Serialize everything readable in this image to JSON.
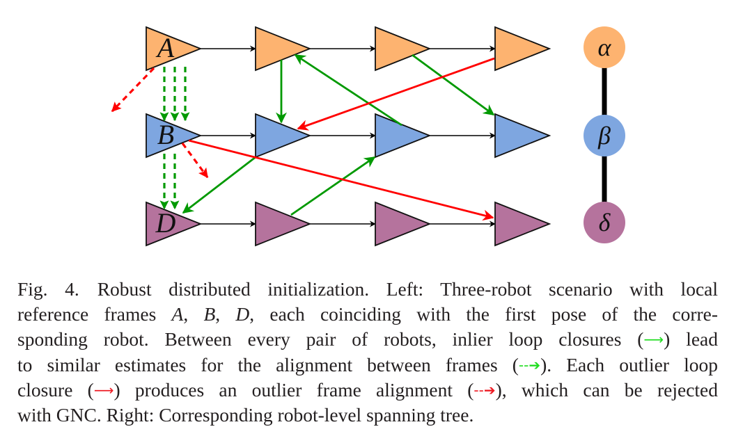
{
  "figure": {
    "frame_labels": {
      "A": "A",
      "B": "B",
      "D": "D"
    },
    "robots": [
      {
        "name": "alpha",
        "frame": "A",
        "color": "#fdb370",
        "tree_label": "α"
      },
      {
        "name": "beta",
        "frame": "B",
        "color": "#7ea6e0",
        "tree_label": "β"
      },
      {
        "name": "delta",
        "frame": "D",
        "color": "#b5739d",
        "tree_label": "δ"
      }
    ],
    "poses_per_robot": 4,
    "colors": {
      "odometry": "#000000",
      "inlier": "#009900",
      "outlier": "#ff0000",
      "tree_edge": "#000000"
    },
    "inlier_loop_closures": [
      {
        "from": "alpha-1",
        "to": "beta-1"
      },
      {
        "from": "beta-2",
        "to": "alpha-1"
      },
      {
        "from": "alpha-2",
        "to": "beta-3"
      },
      {
        "from": "beta-1",
        "to": "delta-0"
      },
      {
        "from": "delta-1",
        "to": "beta-2"
      }
    ],
    "outlier_loop_closures": [
      {
        "from": "alpha-3",
        "to": "beta-1"
      },
      {
        "from": "beta-0",
        "to": "delta-3"
      }
    ],
    "inlier_frame_alignments": [
      {
        "from": "A",
        "to": "B",
        "count": 3
      },
      {
        "from": "B",
        "to": "D",
        "count": 2
      }
    ],
    "outlier_frame_alignments": [
      {
        "from": "A",
        "direction": "down-left"
      },
      {
        "from": "B",
        "direction": "down-right"
      }
    ],
    "spanning_tree_edges": [
      {
        "from": "alpha",
        "to": "beta"
      },
      {
        "from": "beta",
        "to": "delta"
      }
    ]
  },
  "caption": {
    "label": "Fig. 4.",
    "lines": [
      [
        "Robust distributed initialization. Left: Three-robot scenario with local"
      ],
      [
        "reference frames ",
        "A",
        ", ",
        "B",
        ", ",
        "D",
        ", each coinciding with the first pose of the corre-"
      ],
      [
        "sponding robot. Between every pair of robots, inlier loop closures (",
        "⟶",
        ") lead"
      ],
      [
        "to similar estimates for the alignment between frames (",
        "--➔",
        "). Each outlier loop"
      ],
      [
        "closure (",
        "⟶",
        ") produces an outlier frame alignment (",
        "--➔",
        "), which can be rejected"
      ],
      [
        "with GNC. Right: Corresponding robot-level spanning tree."
      ]
    ]
  }
}
